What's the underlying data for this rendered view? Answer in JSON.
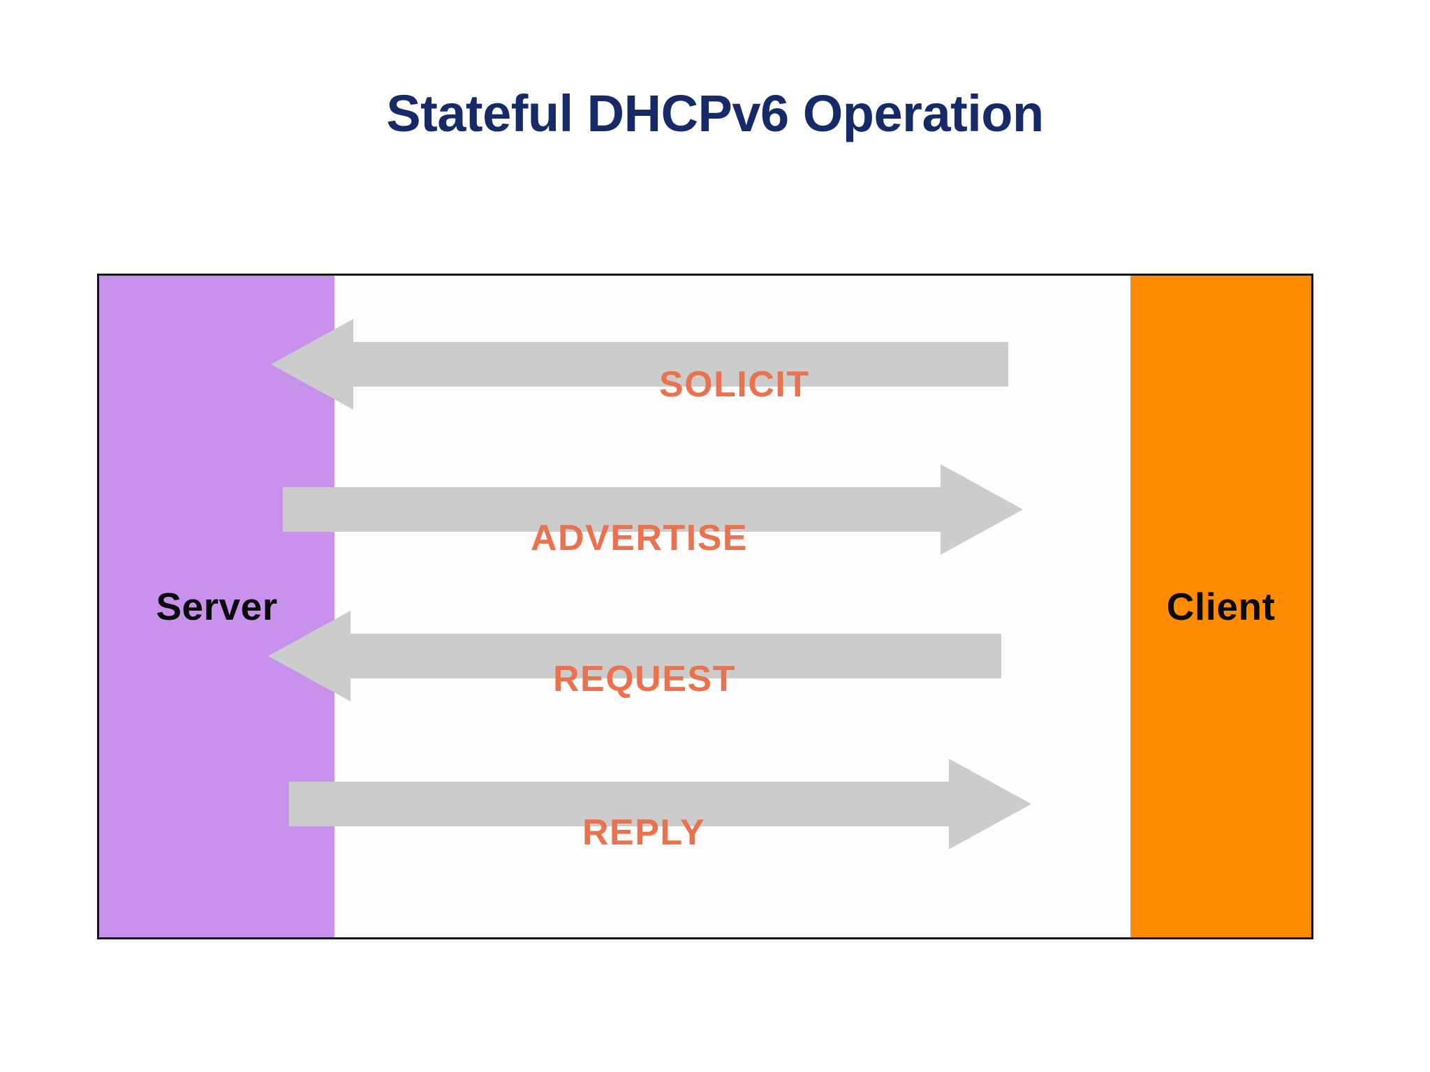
{
  "slide": {
    "title": "Stateful DHCPv6 Operation",
    "title_color": "#152A66",
    "background_color": "#FFFFFF"
  },
  "diagram": {
    "type": "sequence-diagram",
    "border_color": "#151515",
    "endpoints": [
      {
        "id": "server",
        "label": "Server",
        "side": "left",
        "color": "#C892EC",
        "text_color": "#0A0A0A"
      },
      {
        "id": "client",
        "label": "Client",
        "side": "right",
        "color": "#FF8C00",
        "text_color": "#0A0A0A"
      }
    ],
    "arrow_color": "#CCCCCC",
    "label_color": "#E8734E",
    "messages": [
      {
        "order": 1,
        "label": "SOLICIT",
        "direction": "client-to-server",
        "arrow": "left"
      },
      {
        "order": 2,
        "label": "ADVERTISE",
        "direction": "server-to-client",
        "arrow": "right"
      },
      {
        "order": 3,
        "label": "REQUEST",
        "direction": "client-to-server",
        "arrow": "left"
      },
      {
        "order": 4,
        "label": "REPLY",
        "direction": "server-to-client",
        "arrow": "right"
      }
    ]
  }
}
